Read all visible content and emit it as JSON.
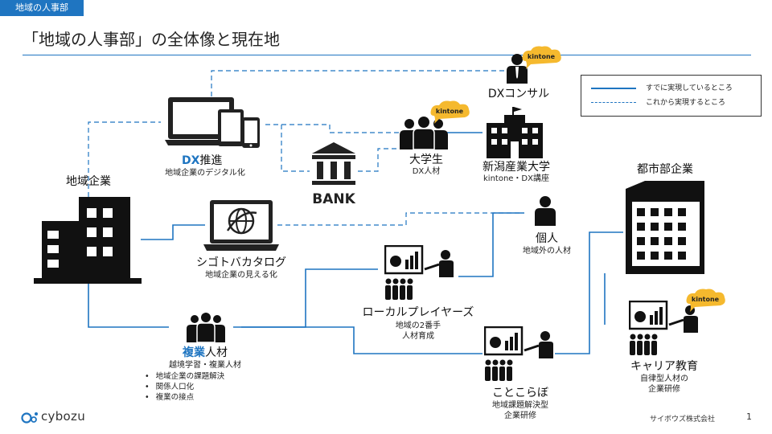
{
  "header": {
    "tag": "地域の人事部",
    "title": "「地域の人事部」の全体像と現在地"
  },
  "legend": {
    "solid_label": "すでに実現しているところ",
    "dashed_label": "これから実現するところ"
  },
  "nodes": {
    "dx": {
      "bold": "DX",
      "rest": "推進",
      "sub": "地域企業のデジタル化"
    },
    "bank": {
      "text": "BANK"
    },
    "dx_consul": {
      "label": "DXコンサル",
      "badge": "kintone"
    },
    "students": {
      "label": "大学生",
      "sub": "DX人材",
      "badge": "kintone"
    },
    "niigata": {
      "label": "新潟産業大学",
      "sub": "kintone・DX講座"
    },
    "local_company": {
      "label": "地域企業"
    },
    "city_company": {
      "label": "都市部企業"
    },
    "catalog": {
      "label": "シゴトバカタログ",
      "sub": "地域企業の見える化"
    },
    "individual": {
      "label": "個人",
      "sub": "地域外の人材"
    },
    "local_players": {
      "label": "ローカルプレイヤーズ",
      "sub1": "地域の2番手",
      "sub2": "人材育成"
    },
    "fukugyo": {
      "bold": "複業",
      "rest": "人材",
      "sub": "越境学習・複業人材",
      "bullets": [
        "地域企業の課題解決",
        "関係人口化",
        "複業の接点"
      ]
    },
    "kotokorabo": {
      "label": "ことこらぼ",
      "sub1": "地域課題解決型",
      "sub2": "企業研修"
    },
    "career": {
      "label": "キャリア教育",
      "sub1": "自律型人材の",
      "sub2": "企業研修",
      "badge": "kintone"
    }
  },
  "footer": {
    "logo": "cybozu",
    "company": "サイボウズ株式会社",
    "page": "1"
  },
  "colors": {
    "accent": "#1f75c1",
    "icon": "#111111",
    "badge": "#f5b92e"
  }
}
